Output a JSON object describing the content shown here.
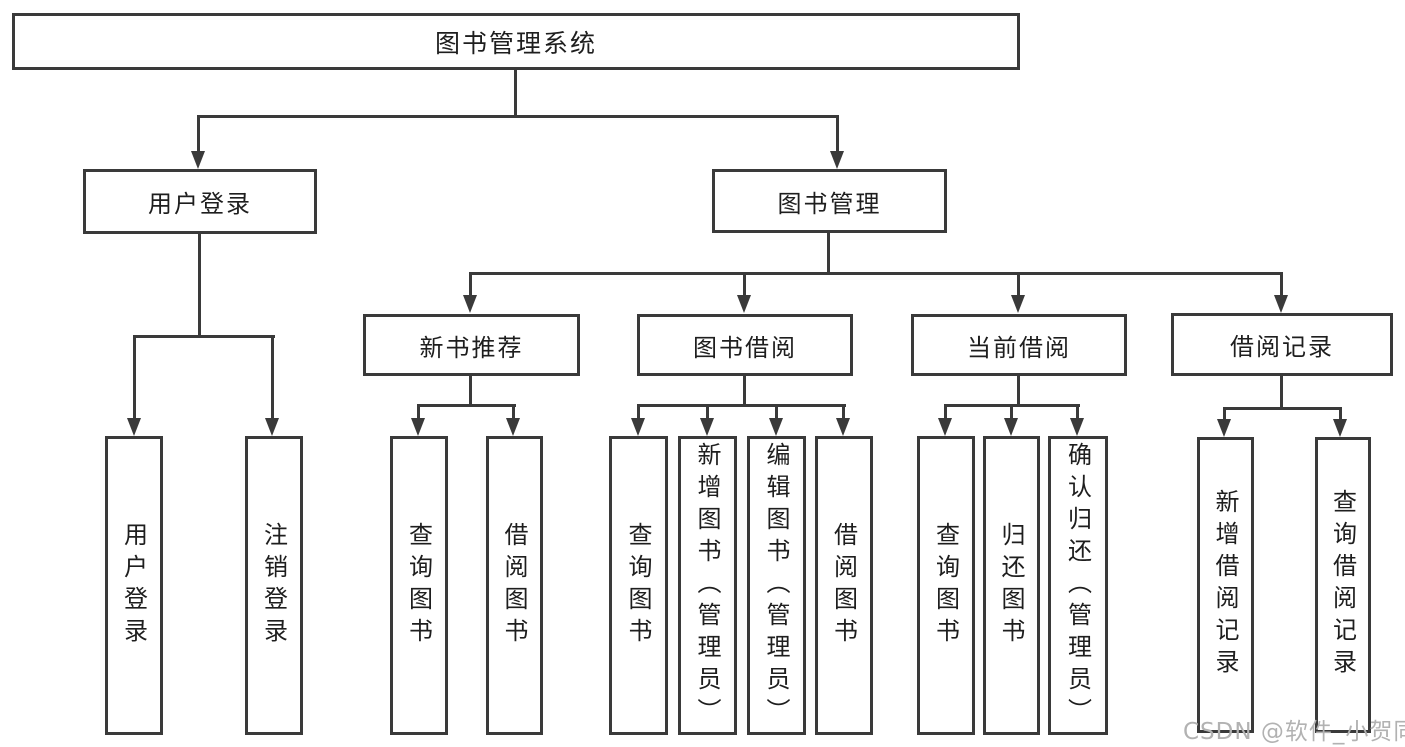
{
  "diagram": {
    "root_label": "图书管理系统",
    "level1": {
      "user_login": "用户登录",
      "book_mgmt": "图书管理"
    },
    "level2": {
      "new_books": "新书推荐",
      "book_borrow": "图书借阅",
      "current_borrow": "当前借阅",
      "borrow_records": "借阅记录"
    },
    "leaves": {
      "user_login": [
        "用户登录",
        "注销登录"
      ],
      "new_books": [
        "查询图书",
        "借阅图书"
      ],
      "book_borrow": [
        "查询图书",
        "新增图书（管理员）",
        "编辑图书（管理员）",
        "借阅图书"
      ],
      "current_borrow": [
        "查询图书",
        "归还图书",
        "确认归还（管理员）"
      ],
      "borrow_records": [
        "新增借阅记录",
        "查询借阅记录"
      ]
    },
    "watermark": "CSDN @软件_小贺同学",
    "colors": {
      "line": "#3a3a3a",
      "text": "#1e1e1e",
      "watermark": "#b2b2b2"
    }
  }
}
